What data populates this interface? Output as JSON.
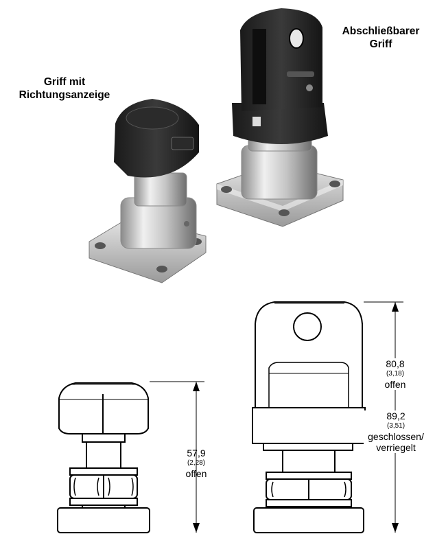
{
  "labels": {
    "lockable_handle": [
      "Abschließbarer",
      "Griff"
    ],
    "direction_handle": [
      "Griff mit",
      "Richtungsanzeige"
    ]
  },
  "dimensions": {
    "small_valve": {
      "mm": "57,9",
      "inch": "(2,28)",
      "note": "offen"
    },
    "large_open": {
      "mm": "80,8",
      "inch": "(3,18)",
      "note": "offen"
    },
    "large_closed": {
      "mm": "89,2",
      "inch": "(3,51)",
      "note": [
        "geschlossen/",
        "verriegelt"
      ]
    }
  }
}
